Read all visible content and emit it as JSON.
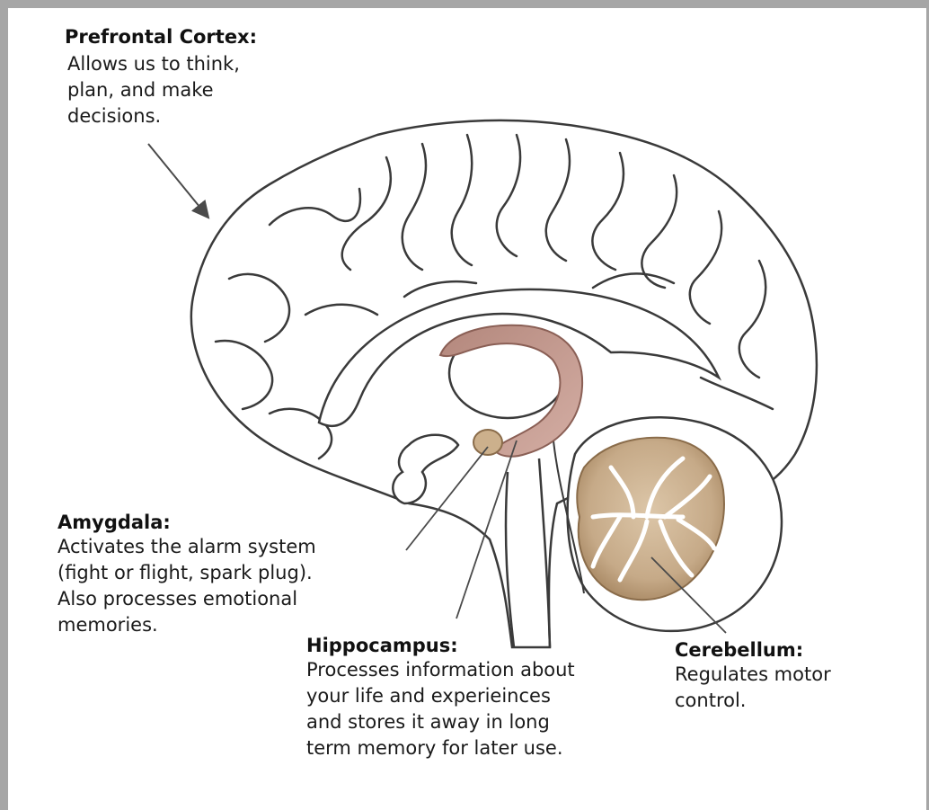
{
  "labels": {
    "prefrontal": {
      "title": "Prefrontal Cortex:",
      "description": "Allows us to think,\nplan, and make\ndecisions."
    },
    "amygdala": {
      "title": "Amygdala:",
      "description": "Activates the alarm system\n(fight or flight, spark plug).\nAlso processes emotional\nmemories."
    },
    "hippocampus": {
      "title": "Hippocampus:",
      "description": "Processes information about\nyour life and experieinces\nand stores it away in long\nterm memory for later use."
    },
    "cerebellum": {
      "title": "Cerebellum:",
      "description": "Regulates motor\ncontrol."
    }
  },
  "colors": {
    "frame": "#a6a6a6",
    "outline": "#3a3a3a",
    "hippocampus_fill": "#b98d82",
    "amygdala_fill": "#ccb08c",
    "cerebellum_fill": "#c6aa88",
    "pointer": "#4a4a4a"
  }
}
